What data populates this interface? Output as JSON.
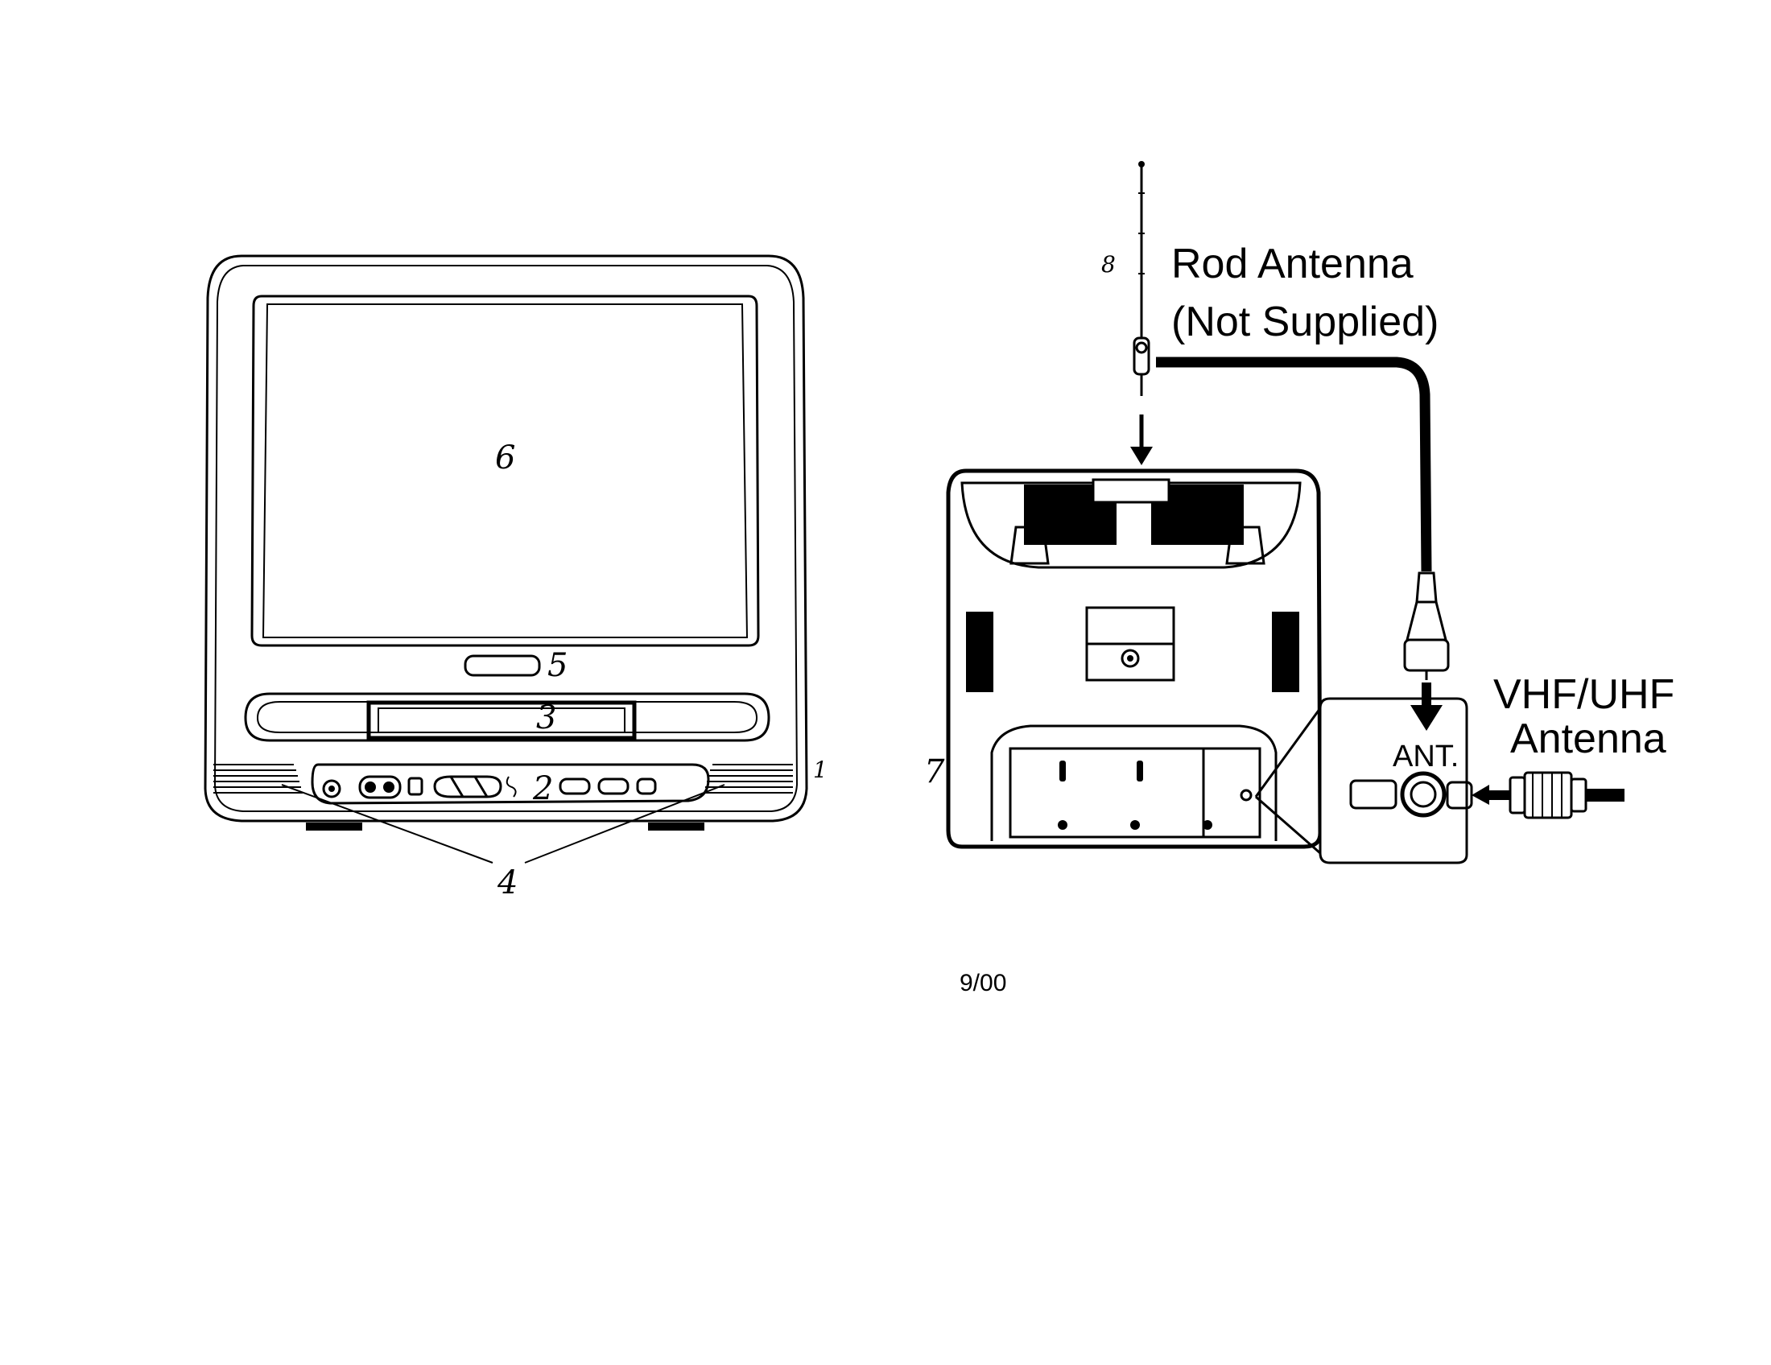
{
  "front_view": {
    "callouts": {
      "c1": "1",
      "c2": "2",
      "c3": "3",
      "c4": "4",
      "c5": "5",
      "c6": "6"
    }
  },
  "rear_view": {
    "callouts": {
      "c7": "7",
      "c8": "8"
    },
    "rod_antenna_line1": "Rod Antenna",
    "rod_antenna_line2": "(Not Supplied)",
    "vhf_uhf_line1": "VHF/UHF",
    "vhf_uhf_line2": "Antenna",
    "ant_jack_label": "ANT."
  },
  "footer": {
    "date": "9/00"
  }
}
